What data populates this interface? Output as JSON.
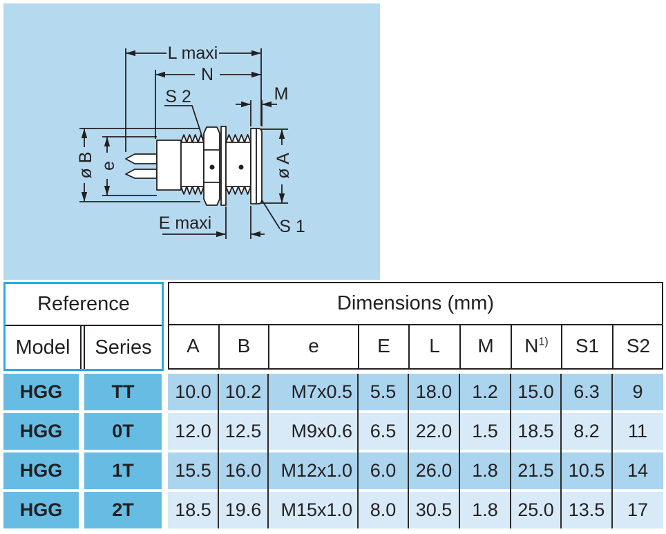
{
  "colors": {
    "panel_bg": "#B5DAF0",
    "model_cell_bg": "#66BCE2",
    "row_band_light": "#ABD4EE",
    "row_band_lighter": "#D8EAF7",
    "reference_border": "#2AA9E0",
    "line_dark": "#231F20"
  },
  "drawing": {
    "labels": {
      "l_maxi": "L maxi",
      "n": "N",
      "s2": "S 2",
      "m": "M",
      "dia_b": "ø B",
      "e": "e",
      "dia_a": "ø A",
      "e_maxi": "E maxi",
      "s1": "S 1"
    }
  },
  "table": {
    "reference_header": "Reference",
    "model_header": "Model",
    "series_header": "Series",
    "dimensions_header": "Dimensions (mm)",
    "dim_columns": [
      {
        "label": "A"
      },
      {
        "label": "B"
      },
      {
        "label": "e"
      },
      {
        "label": "E"
      },
      {
        "label": "L"
      },
      {
        "label": "M"
      },
      {
        "label": "N",
        "sup": "1)"
      },
      {
        "label": "S1"
      },
      {
        "label": "S2"
      }
    ],
    "rows": [
      {
        "model": "HGG",
        "series": "TT",
        "values": [
          "10.0",
          "10.2",
          "M7x0.5",
          "5.5",
          "18.0",
          "1.2",
          "15.0",
          "6.3",
          "9"
        ]
      },
      {
        "model": "HGG",
        "series": "0T",
        "values": [
          "12.0",
          "12.5",
          "M9x0.6",
          "6.5",
          "22.0",
          "1.5",
          "18.5",
          "8.2",
          "11"
        ]
      },
      {
        "model": "HGG",
        "series": "1T",
        "values": [
          "15.5",
          "16.0",
          "M12x1.0",
          "6.0",
          "26.0",
          "1.8",
          "21.5",
          "10.5",
          "14"
        ]
      },
      {
        "model": "HGG",
        "series": "2T",
        "values": [
          "18.5",
          "19.6",
          "M15x1.0",
          "8.0",
          "30.5",
          "1.8",
          "25.0",
          "13.5",
          "17"
        ]
      }
    ]
  }
}
